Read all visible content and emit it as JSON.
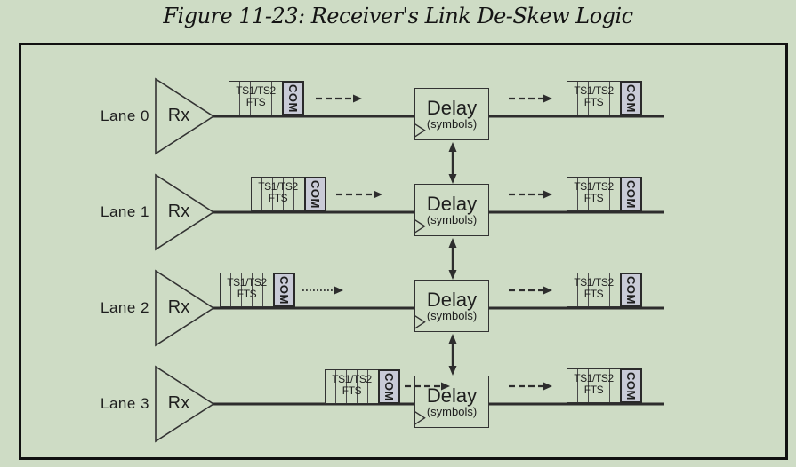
{
  "title": "Figure 11-23: Receiver's Link De-Skew Logic",
  "rx_label": "Rx",
  "lanes": [
    {
      "label": "Lane 0"
    },
    {
      "label": "Lane 1"
    },
    {
      "label": "Lane 2"
    },
    {
      "label": "Lane 3"
    }
  ],
  "delay_box": {
    "label": "Delay",
    "sublabel": "(symbols)"
  },
  "packet": {
    "line1": "TS1/TS2",
    "line2": "FTS",
    "com": "COM"
  },
  "icons": {
    "clock_input": "clock-input-triangle-icon",
    "arrow": "dashed-right-arrow",
    "deskew": "bidirectional-deskew-arrow"
  },
  "colors": {
    "background": "#cedcc5",
    "com_fill": "#c9cbd7",
    "stroke": "#2d2d2d",
    "text": "#1e1e1e"
  }
}
